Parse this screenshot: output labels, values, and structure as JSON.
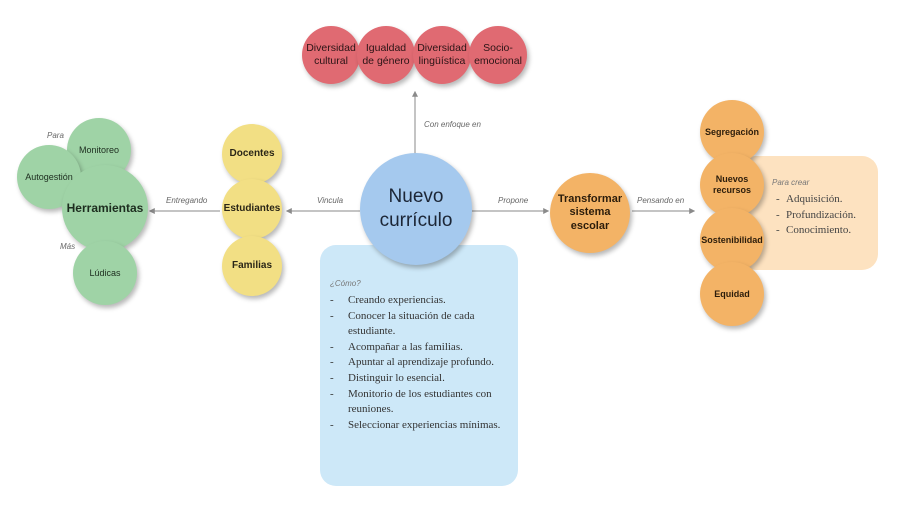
{
  "center": {
    "title": "Nuevo currículo"
  },
  "top": {
    "edge_label": "Con enfoque en",
    "items": [
      "Diversidad cultural",
      "Igualdad de género",
      "Diversidad lingüística",
      "Socio-emocional"
    ]
  },
  "left": {
    "edge_label": "Vincula",
    "items": [
      "Docentes",
      "Estudiantes",
      "Familias"
    ]
  },
  "far_left": {
    "edge_label": "Entregando",
    "hub": "Herramientas",
    "para_label": "Para",
    "mas_label": "Más",
    "items": [
      "Monitoreo",
      "Autogestión",
      "Lúdicas"
    ]
  },
  "right": {
    "edge_label": "Propone",
    "node": "Transformar sistema escolar",
    "edge_label_2": "Pensando en",
    "items": [
      "Segregación",
      "Nuevos recursos",
      "Sostenibilidad",
      "Equidad"
    ],
    "crear": {
      "label": "Para crear",
      "items": [
        "Adquisición.",
        "Profundización.",
        "Conocimiento."
      ]
    }
  },
  "how": {
    "label": "¿Cómo?",
    "items": [
      "Creando experiencias.",
      "Conocer la situación de cada estudiante.",
      "Acompañar a las familias.",
      "Apuntar al aprendizaje profundo.",
      "Distinguir lo esencial.",
      "Monitorio de los estudiantes con reuniones.",
      "Seleccionar experiencias mínimas."
    ]
  },
  "colors": {
    "red": "#e06a72",
    "yellow": "#f2df84",
    "green": "#9fd3a6",
    "orange": "#f3b366",
    "blue": "#a5c9ee",
    "light_blue": "#cde8f8",
    "peach": "#fde2c0"
  }
}
